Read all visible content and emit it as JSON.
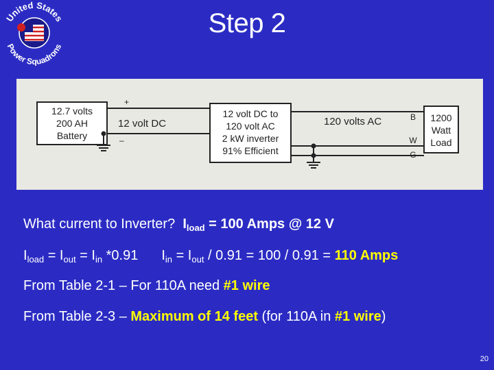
{
  "logo": {
    "name": "united-states-power-squadrons-logo",
    "text_top": "United States",
    "text_bottom": "Power Squadrons"
  },
  "title": "Step 2",
  "diagram": {
    "battery": [
      "12.7 volts",
      "200 AH",
      "Battery"
    ],
    "plus_sign": "+",
    "minus_sign": "–",
    "dc_label": "12 volt DC",
    "inverter": [
      "12 volt DC to",
      "120 volt AC",
      "2 kW inverter",
      "91% Efficient"
    ],
    "ac_label": "120 volts AC",
    "wire_labels": {
      "black": "B",
      "white": "W",
      "ground": "G"
    },
    "load": [
      "1200",
      "Watt",
      "Load"
    ]
  },
  "question": {
    "text": "What current to Inverter?",
    "answer_prefix": "I",
    "answer_sub": "load",
    "answer_rest": " = 100 Amps @ 12 V"
  },
  "equation": {
    "p1": "I",
    "s1": "load",
    "p2": " = I",
    "s2": "out",
    "p3": " = I",
    "s3": "in",
    "p4": " *0.91",
    "q1": "I",
    "qs1": "in",
    "q2": " = I",
    "qs2": "out",
    "q3": " / 0.91 = 100 / 0.91 = ",
    "q4": "110 Amps"
  },
  "table_line_1": {
    "prefix": "From Table 2-1 – For 110A need ",
    "highlight": "#1 wire"
  },
  "table_line_2": {
    "prefix": "From Table 2-3 – ",
    "highlight1": "Maximum of 14 feet",
    "middle": " (for 110A in ",
    "highlight2": "#1 wire",
    "suffix": ")"
  },
  "page_number": "20",
  "colors": {
    "background": "#2b2bc4",
    "highlight": "#ffff00",
    "text": "#ffffff"
  }
}
